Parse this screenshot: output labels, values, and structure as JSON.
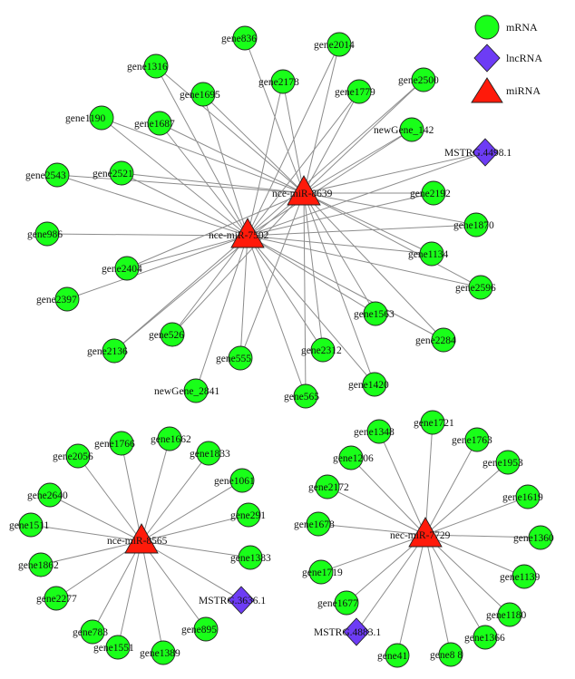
{
  "colors": {
    "mRNA": "#19ff19",
    "lncRNA": "#6d3cf5",
    "miRNA": "#ff1a0a",
    "edge": "#8c8c8c"
  },
  "legend": [
    {
      "type": "mRNA",
      "label": "mRNA"
    },
    {
      "type": "lncRNA",
      "label": "lncRNA"
    },
    {
      "type": "miRNA",
      "label": "miRNA"
    }
  ],
  "nodes": [
    {
      "id": "miR8639",
      "label": "nce-miR-8639",
      "type": "miRNA"
    },
    {
      "id": "miR7502",
      "label": "nce-miR-7502",
      "type": "miRNA"
    },
    {
      "id": "miR8565",
      "label": "nce-miR-8565",
      "type": "miRNA"
    },
    {
      "id": "miR7729",
      "label": "nec-miR-7729",
      "type": "miRNA"
    },
    {
      "id": "gene836",
      "label": "gene836",
      "type": "mRNA"
    },
    {
      "id": "gene2014",
      "label": "gene2014",
      "type": "mRNA"
    },
    {
      "id": "gene1316",
      "label": "gene1316",
      "type": "mRNA"
    },
    {
      "id": "gene2178",
      "label": "gene2178",
      "type": "mRNA"
    },
    {
      "id": "gene2500",
      "label": "gene2500",
      "type": "mRNA"
    },
    {
      "id": "gene1695",
      "label": "gene1695",
      "type": "mRNA"
    },
    {
      "id": "gene1779",
      "label": "gene1779",
      "type": "mRNA"
    },
    {
      "id": "gene1190",
      "label": "gene1190",
      "type": "mRNA"
    },
    {
      "id": "gene1687",
      "label": "gene1687",
      "type": "mRNA"
    },
    {
      "id": "newGene_142",
      "label": "newGene_142",
      "type": "mRNA"
    },
    {
      "id": "MSTRG.4498.1",
      "label": "MSTRG.4498.1",
      "type": "lncRNA"
    },
    {
      "id": "gene2543",
      "label": "gene2543",
      "type": "mRNA"
    },
    {
      "id": "gene2521",
      "label": "gene2521",
      "type": "mRNA"
    },
    {
      "id": "gene2192",
      "label": "gene2192",
      "type": "mRNA"
    },
    {
      "id": "gene1870",
      "label": "gene1870",
      "type": "mRNA"
    },
    {
      "id": "gene986",
      "label": "gene986",
      "type": "mRNA"
    },
    {
      "id": "gene1134",
      "label": "gene1134",
      "type": "mRNA"
    },
    {
      "id": "gene2404",
      "label": "gene2404",
      "type": "mRNA"
    },
    {
      "id": "gene2596",
      "label": "gene2596",
      "type": "mRNA"
    },
    {
      "id": "gene2397",
      "label": "gene2397",
      "type": "mRNA"
    },
    {
      "id": "gene1563",
      "label": "gene1563",
      "type": "mRNA"
    },
    {
      "id": "gene526",
      "label": "gene526",
      "type": "mRNA"
    },
    {
      "id": "gene2284",
      "label": "gene2284",
      "type": "mRNA"
    },
    {
      "id": "gene2136",
      "label": "gene2136",
      "type": "mRNA"
    },
    {
      "id": "gene555",
      "label": "gene555",
      "type": "mRNA"
    },
    {
      "id": "gene2312",
      "label": "gene2312",
      "type": "mRNA"
    },
    {
      "id": "newGene_2841",
      "label": "newGene_2841",
      "type": "mRNA"
    },
    {
      "id": "gene1420",
      "label": "gene1420",
      "type": "mRNA"
    },
    {
      "id": "gene565",
      "label": "gene565",
      "type": "mRNA"
    },
    {
      "id": "gene2056",
      "label": "gene2056",
      "type": "mRNA"
    },
    {
      "id": "gene1766",
      "label": "gene1766",
      "type": "mRNA"
    },
    {
      "id": "gene1662",
      "label": "gene1662",
      "type": "mRNA"
    },
    {
      "id": "gene1833",
      "label": "gene1833",
      "type": "mRNA"
    },
    {
      "id": "gene1061",
      "label": "gene1061",
      "type": "mRNA"
    },
    {
      "id": "gene2640",
      "label": "gene2640",
      "type": "mRNA"
    },
    {
      "id": "gene291",
      "label": "gene291",
      "type": "mRNA"
    },
    {
      "id": "gene1511",
      "label": "gene1511",
      "type": "mRNA"
    },
    {
      "id": "gene1383",
      "label": "gene1383",
      "type": "mRNA"
    },
    {
      "id": "gene1862",
      "label": "gene1862",
      "type": "mRNA"
    },
    {
      "id": "MSTRG.3636.1",
      "label": "MSTRG.3636.1",
      "type": "lncRNA"
    },
    {
      "id": "gene2277",
      "label": "gene2277",
      "type": "mRNA"
    },
    {
      "id": "gene783",
      "label": "gene783",
      "type": "mRNA"
    },
    {
      "id": "gene895",
      "label": "gene895",
      "type": "mRNA"
    },
    {
      "id": "gene1551",
      "label": "gene1551",
      "type": "mRNA"
    },
    {
      "id": "gene1389",
      "label": "gene1389",
      "type": "mRNA"
    },
    {
      "id": "gene1348",
      "label": "gene1348",
      "type": "mRNA"
    },
    {
      "id": "gene1721",
      "label": "gene1721",
      "type": "mRNA"
    },
    {
      "id": "gene1206",
      "label": "gene1206",
      "type": "mRNA"
    },
    {
      "id": "gene1763",
      "label": "gene1763",
      "type": "mRNA"
    },
    {
      "id": "gene1953",
      "label": "gene1953",
      "type": "mRNA"
    },
    {
      "id": "gene2172",
      "label": "gene2172",
      "type": "mRNA"
    },
    {
      "id": "gene1619",
      "label": "gene1619",
      "type": "mRNA"
    },
    {
      "id": "gene1678",
      "label": "gene1678",
      "type": "mRNA"
    },
    {
      "id": "gene1360",
      "label": "gene1360",
      "type": "mRNA"
    },
    {
      "id": "gene1139",
      "label": "gene1139",
      "type": "mRNA"
    },
    {
      "id": "gene1719",
      "label": "gene1719",
      "type": "mRNA"
    },
    {
      "id": "gene1677",
      "label": "gene1677",
      "type": "mRNA"
    },
    {
      "id": "gene1180",
      "label": "gene1180",
      "type": "mRNA"
    },
    {
      "id": "MSTRG.4883.1",
      "label": "MSTRG.4883.1",
      "type": "lncRNA"
    },
    {
      "id": "gene1366",
      "label": "gene1366",
      "type": "mRNA"
    },
    {
      "id": "gene41",
      "label": "gene41",
      "type": "mRNA"
    },
    {
      "id": "gene88",
      "label": "gene8 8",
      "type": "mRNA"
    }
  ],
  "edges": [
    [
      "miR8639",
      "gene836"
    ],
    [
      "miR8639",
      "gene2014"
    ],
    [
      "miR8639",
      "gene2178"
    ],
    [
      "miR8639",
      "gene2500"
    ],
    [
      "miR8639",
      "gene1779"
    ],
    [
      "miR8639",
      "gene1695"
    ],
    [
      "miR8639",
      "gene1687"
    ],
    [
      "miR8639",
      "newGene_142"
    ],
    [
      "miR8639",
      "MSTRG.4498.1"
    ],
    [
      "miR8639",
      "gene2521"
    ],
    [
      "miR8639",
      "gene2543"
    ],
    [
      "miR8639",
      "gene2192"
    ],
    [
      "miR8639",
      "gene1870"
    ],
    [
      "miR8639",
      "gene1134"
    ],
    [
      "miR8639",
      "gene2596"
    ],
    [
      "miR8639",
      "gene1563"
    ],
    [
      "miR8639",
      "gene2284"
    ],
    [
      "miR8639",
      "gene1420"
    ],
    [
      "miR8639",
      "gene2312"
    ],
    [
      "miR8639",
      "gene565"
    ],
    [
      "miR8639",
      "gene555"
    ],
    [
      "miR8639",
      "gene526"
    ],
    [
      "miR8639",
      "gene2136"
    ],
    [
      "miR8639",
      "gene2404"
    ],
    [
      "miR8639",
      "gene1190"
    ],
    [
      "miR8639",
      "gene1316"
    ],
    [
      "miR7502",
      "gene1316"
    ],
    [
      "miR7502",
      "gene1190"
    ],
    [
      "miR7502",
      "gene1695"
    ],
    [
      "miR7502",
      "gene1687"
    ],
    [
      "miR7502",
      "gene2178"
    ],
    [
      "miR7502",
      "gene2014"
    ],
    [
      "miR7502",
      "gene1779"
    ],
    [
      "miR7502",
      "gene2500"
    ],
    [
      "miR7502",
      "newGene_142"
    ],
    [
      "miR7502",
      "MSTRG.4498.1"
    ],
    [
      "miR7502",
      "gene2543"
    ],
    [
      "miR7502",
      "gene2521"
    ],
    [
      "miR7502",
      "gene986"
    ],
    [
      "miR7502",
      "gene2404"
    ],
    [
      "miR7502",
      "gene2397"
    ],
    [
      "miR7502",
      "gene2136"
    ],
    [
      "miR7502",
      "gene526"
    ],
    [
      "miR7502",
      "gene555"
    ],
    [
      "miR7502",
      "newGene_2841"
    ],
    [
      "miR7502",
      "gene565"
    ],
    [
      "miR7502",
      "gene2312"
    ],
    [
      "miR7502",
      "gene1420"
    ],
    [
      "miR7502",
      "gene1563"
    ],
    [
      "miR7502",
      "gene2596"
    ],
    [
      "miR7502",
      "gene1134"
    ],
    [
      "miR7502",
      "gene1870"
    ],
    [
      "miR7502",
      "gene2192"
    ],
    [
      "miR7502",
      "gene2284"
    ],
    [
      "miR8565",
      "gene2056"
    ],
    [
      "miR8565",
      "gene1766"
    ],
    [
      "miR8565",
      "gene1662"
    ],
    [
      "miR8565",
      "gene1833"
    ],
    [
      "miR8565",
      "gene1061"
    ],
    [
      "miR8565",
      "gene2640"
    ],
    [
      "miR8565",
      "gene291"
    ],
    [
      "miR8565",
      "gene1511"
    ],
    [
      "miR8565",
      "gene1383"
    ],
    [
      "miR8565",
      "gene1862"
    ],
    [
      "miR8565",
      "MSTRG.3636.1"
    ],
    [
      "miR8565",
      "gene2277"
    ],
    [
      "miR8565",
      "gene783"
    ],
    [
      "miR8565",
      "gene895"
    ],
    [
      "miR8565",
      "gene1551"
    ],
    [
      "miR8565",
      "gene1389"
    ],
    [
      "miR7729",
      "gene1348"
    ],
    [
      "miR7729",
      "gene1721"
    ],
    [
      "miR7729",
      "gene1206"
    ],
    [
      "miR7729",
      "gene1763"
    ],
    [
      "miR7729",
      "gene1953"
    ],
    [
      "miR7729",
      "gene2172"
    ],
    [
      "miR7729",
      "gene1619"
    ],
    [
      "miR7729",
      "gene1678"
    ],
    [
      "miR7729",
      "gene1360"
    ],
    [
      "miR7729",
      "gene1139"
    ],
    [
      "miR7729",
      "gene1719"
    ],
    [
      "miR7729",
      "gene1677"
    ],
    [
      "miR7729",
      "gene1180"
    ],
    [
      "miR7729",
      "MSTRG.4883.1"
    ],
    [
      "miR7729",
      "gene1366"
    ],
    [
      "miR7729",
      "gene41"
    ],
    [
      "miR7729",
      "gene88"
    ]
  ]
}
